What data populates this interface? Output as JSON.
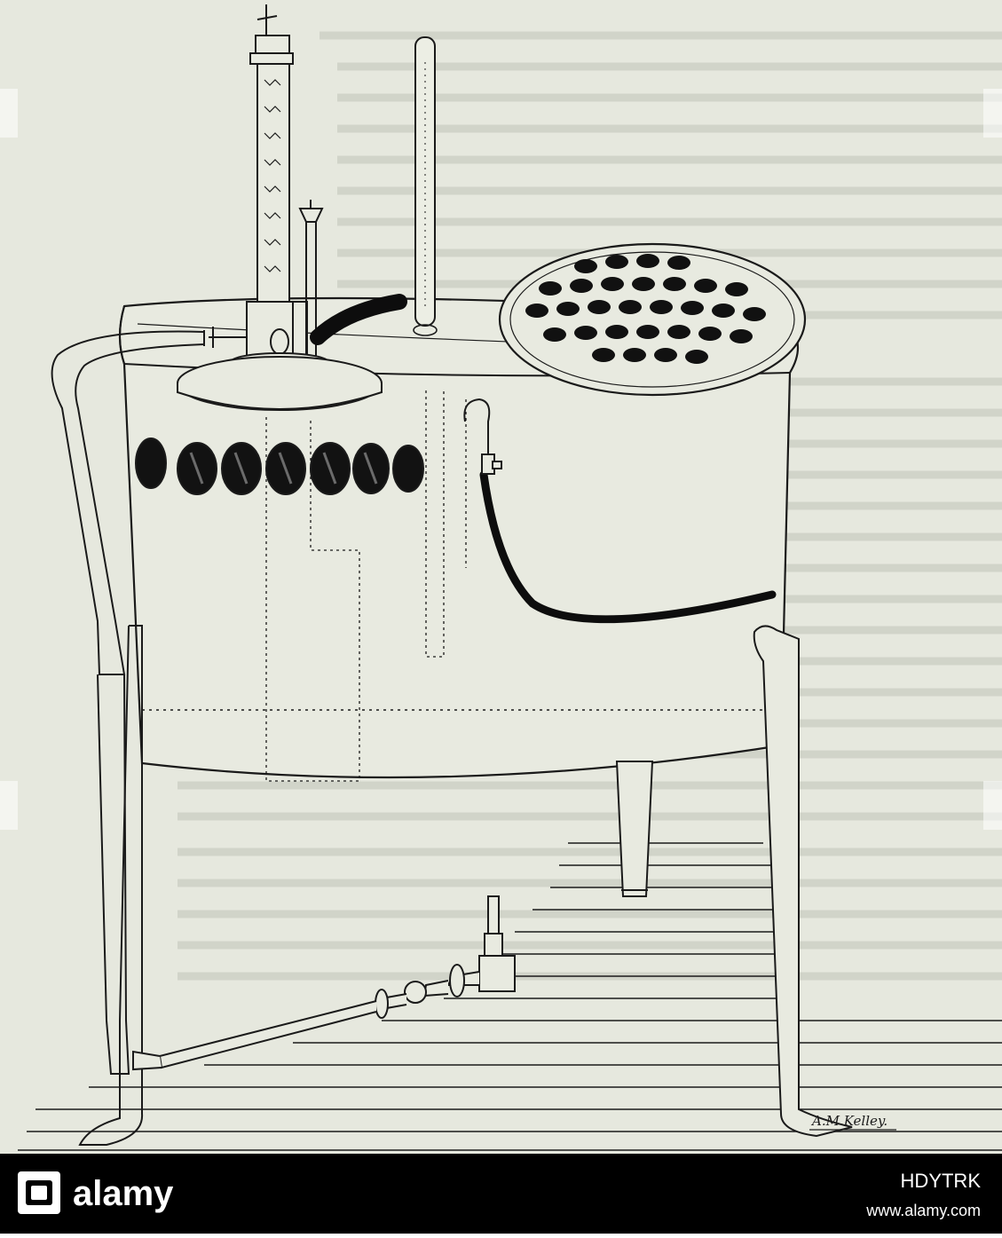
{
  "figure": {
    "signature": "A.M.Kelley.",
    "ink_color": "#1a1a1a",
    "paper_color": "#e6e8de"
  },
  "watermark": {
    "brand": "alamy",
    "opacity_note": "semi-transparent white"
  },
  "footer": {
    "logo": "alamy",
    "image_id": "HDYTRK",
    "url": "www.alamy.com",
    "background": "#000000"
  }
}
